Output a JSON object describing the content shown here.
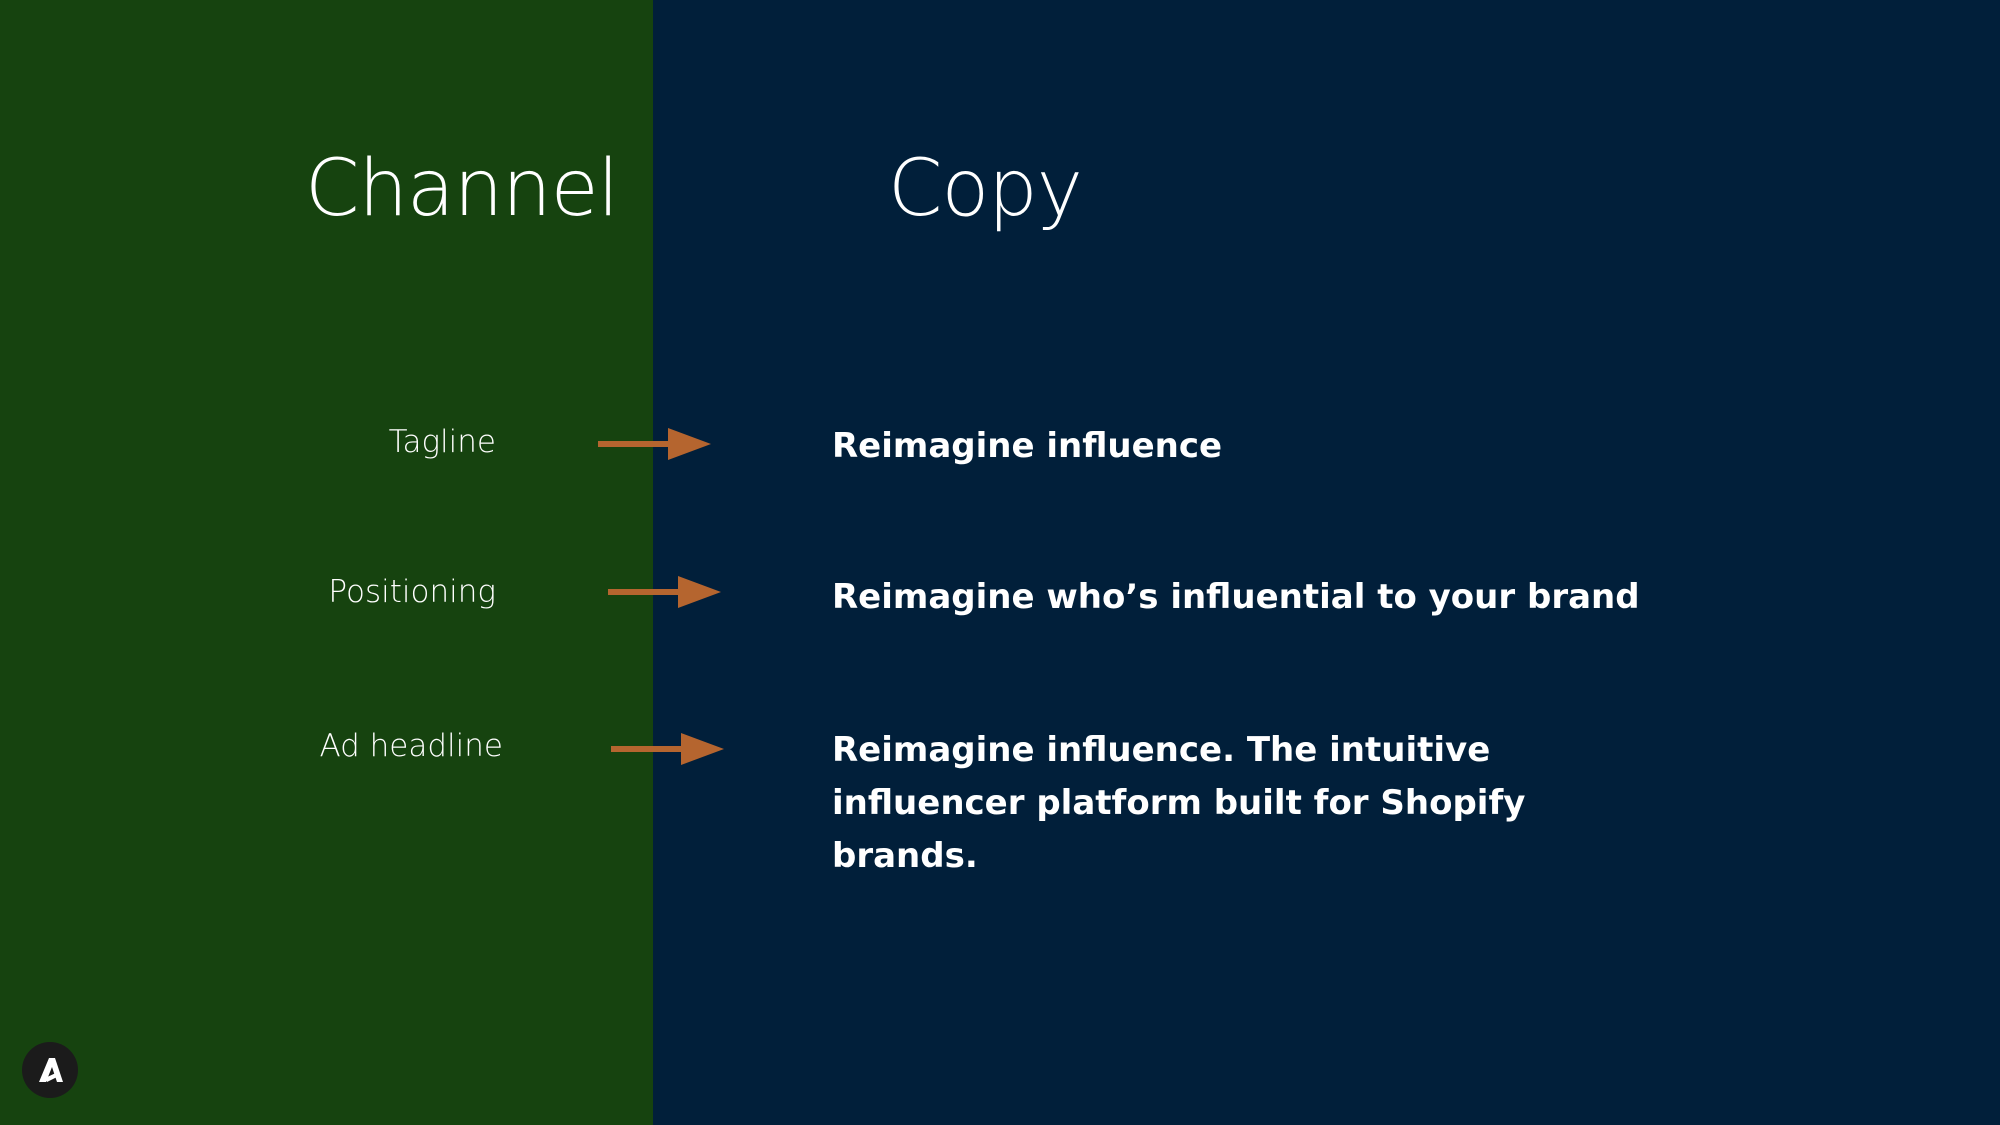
{
  "slide": {
    "left_heading": "Channel",
    "right_heading": "Copy",
    "rows": [
      {
        "channel": "Tagline",
        "copy": "Reimagine influence"
      },
      {
        "channel": "Positioning",
        "copy": "Reimagine who’s influential to your brand"
      },
      {
        "channel": "Ad headline",
        "copy": "Reimagine influence. The intuitive influencer platform built for Shopify brands."
      }
    ]
  },
  "colors": {
    "left_panel": "#16430f",
    "right_panel": "#011f3a",
    "arrow": "#b5652f",
    "text": "#ffffff",
    "logo_bg": "#1b1b1b"
  },
  "icons": {
    "arrow": "arrow-right-icon",
    "logo": "brand-logo-icon"
  }
}
